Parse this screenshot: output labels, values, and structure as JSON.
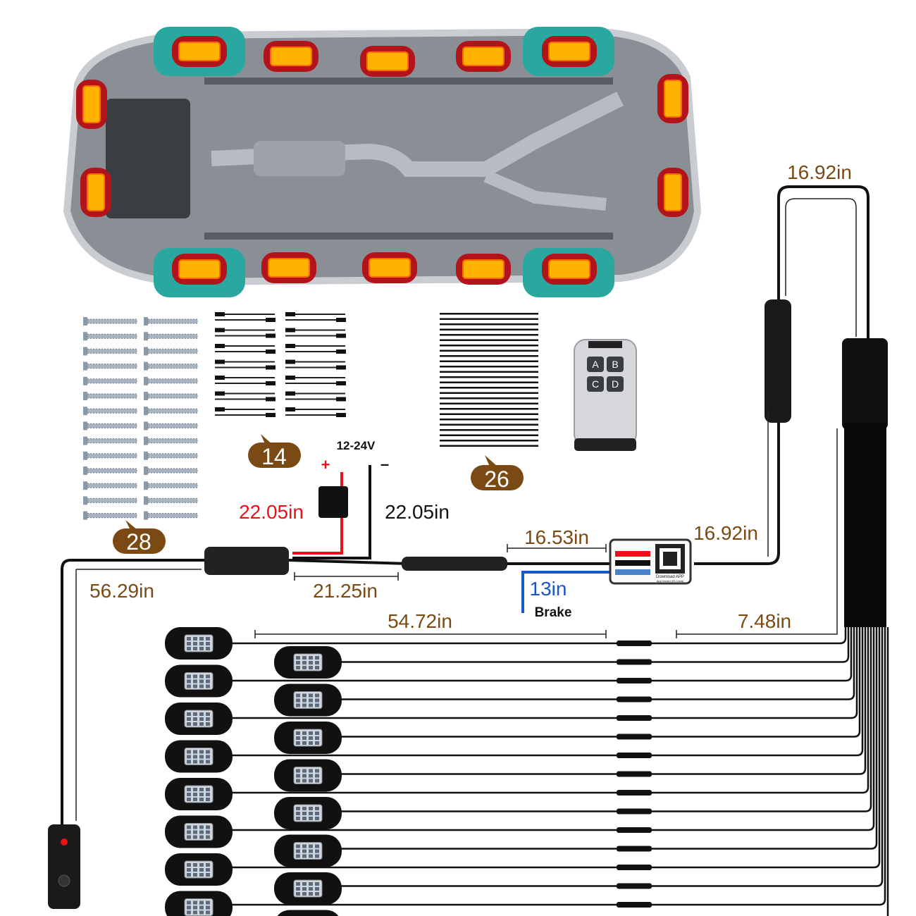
{
  "colors": {
    "dimension": "#7b4a14",
    "positive": "#e8121a",
    "brake": "#1c57c9",
    "wire": "#111111",
    "pod_glow": "#ff8a00",
    "tire": "#2aa8a0"
  },
  "badges": {
    "screws": "28",
    "connectors": "14",
    "zip_ties": "26"
  },
  "remote": {
    "buttons": [
      "A",
      "B",
      "C",
      "D"
    ]
  },
  "power": {
    "voltage": "12-24V",
    "plus": "+",
    "minus": "–",
    "positive_length": "22.05in",
    "negative_length": "22.05in"
  },
  "controller": {
    "download_text": "Download APP",
    "app_name": "App name:LED Lamp"
  },
  "dimensions": {
    "top_right_extension": "16.92in",
    "controller_to_splitter": "16.92in",
    "controller_input": "16.53in",
    "main_segment": "21.25in",
    "switch_cable": "56.29in",
    "brake_wire": "13in",
    "brake_label": "Brake",
    "pod_cable": "54.72in",
    "branch_length": "7.48in"
  }
}
